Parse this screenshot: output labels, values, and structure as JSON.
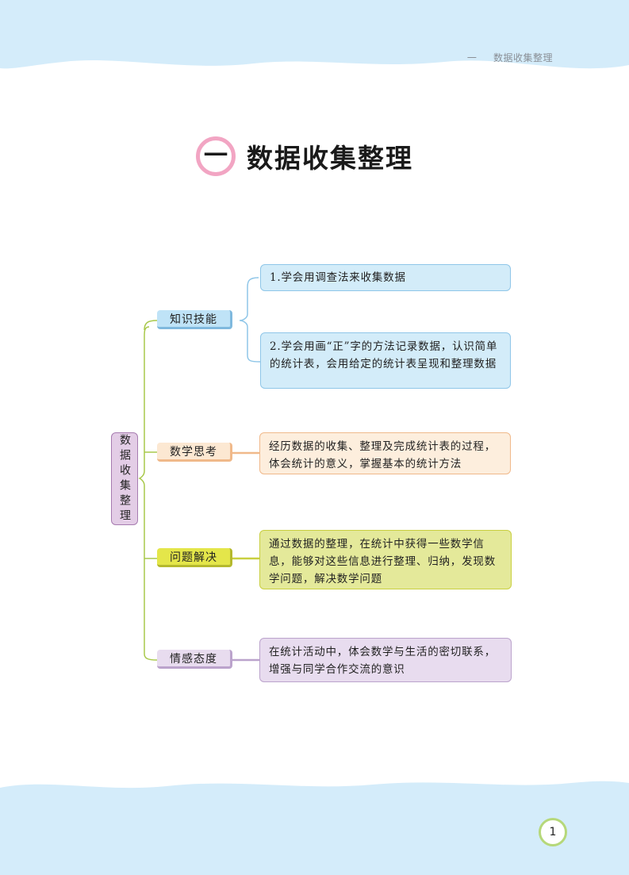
{
  "header": {
    "chapter_marker": "一",
    "chapter_name": "数据收集整理"
  },
  "title": {
    "number": "一",
    "text": "数据收集整理"
  },
  "mindmap": {
    "root": "数据收集整理",
    "branches": [
      {
        "label": "知识技能",
        "items": [
          "1.学会用调查法来收集数据",
          "2.学会用画“正”字的方法记录数据，认识简单的统计表，会用给定的统计表呈现和整理数据"
        ]
      },
      {
        "label": "数学思考",
        "items": [
          "经历数据的收集、整理及完成统计表的过程，体会统计的意义，掌握基本的统计方法"
        ]
      },
      {
        "label": "问题解决",
        "items": [
          "通过数据的整理，在统计中获得一些数学信息，能够对这些信息进行整理、归纳，发现数学问题，解决数学问题"
        ]
      },
      {
        "label": "情感态度",
        "items": [
          "在统计活动中，体会数学与生活的密切联系，增强与同学合作交流的意识"
        ]
      }
    ]
  },
  "page_number": "1",
  "colors": {
    "sky": "#d4ecfa",
    "pink": "#f2a5c3",
    "branch_line": "#a8c84a",
    "knowledge": "#bfe3f7",
    "thinking": "#fce8d2",
    "problem": "#e4e99a",
    "emotion": "#e8dcef"
  }
}
